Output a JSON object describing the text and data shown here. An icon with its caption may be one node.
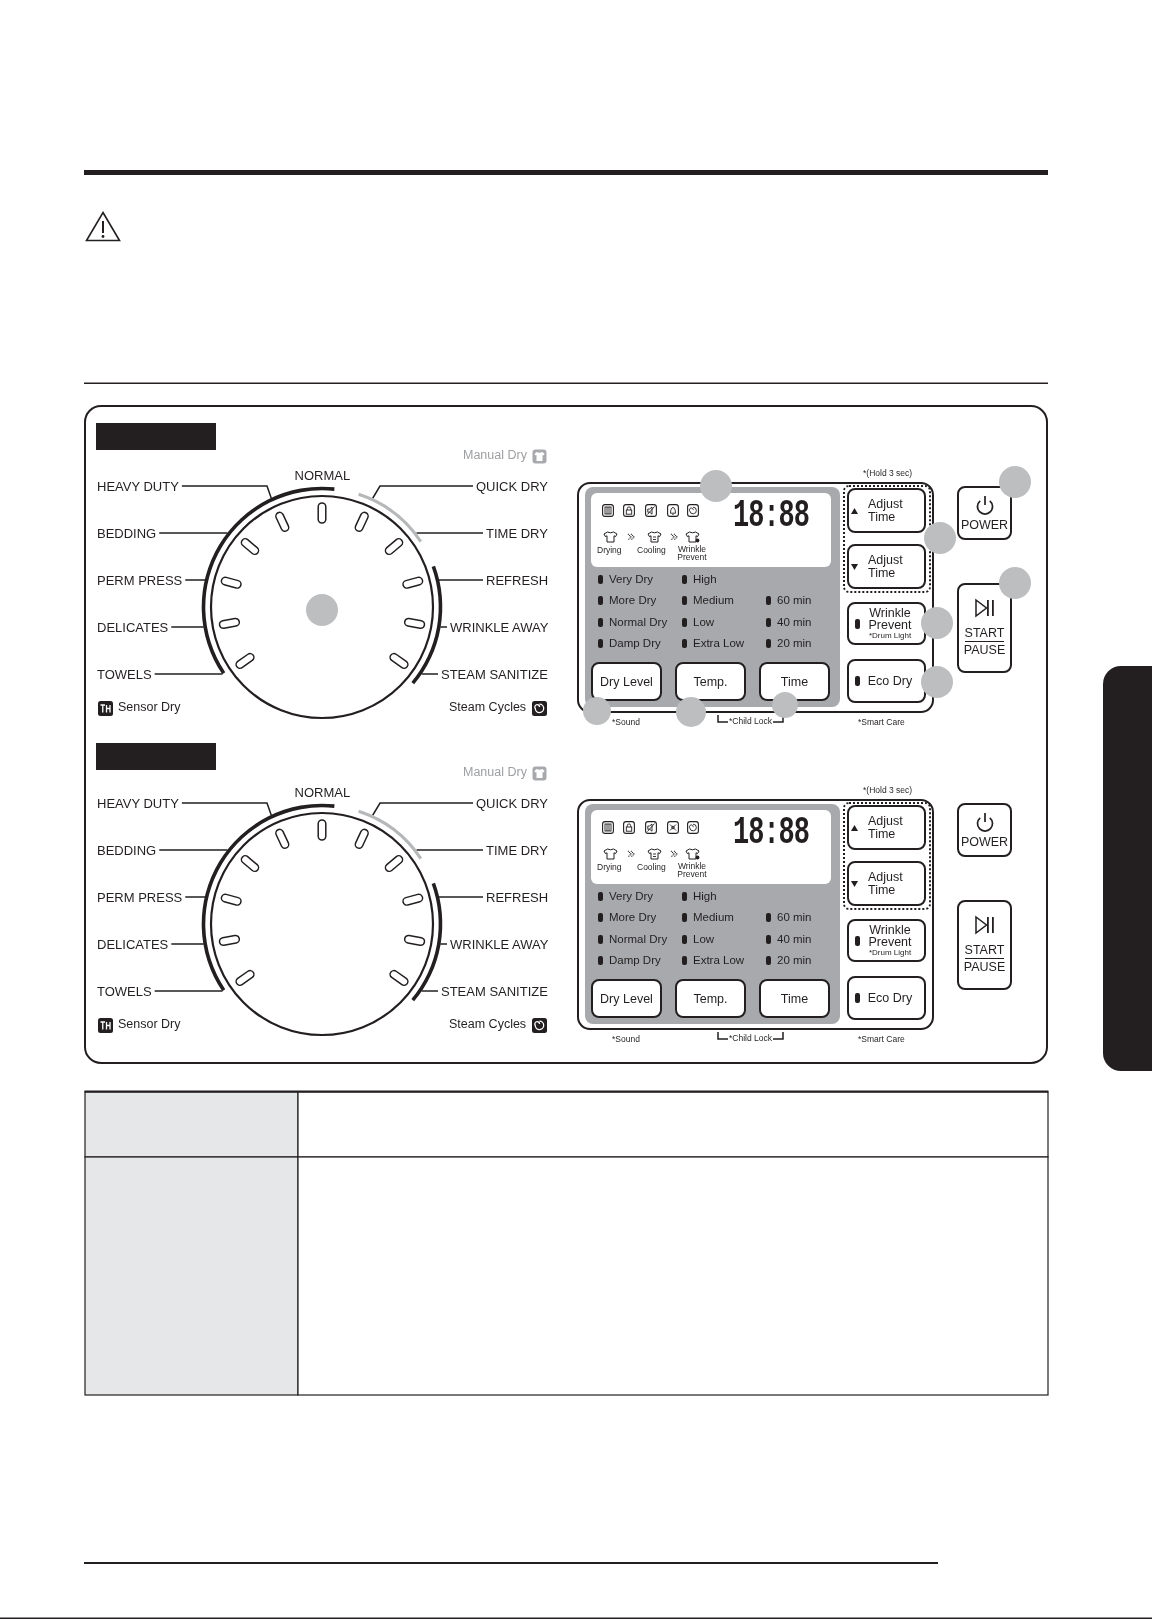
{
  "diagram": {
    "nodes": [
      {
        "text": [],
        "shape": "bar"
      },
      {
        "text": [
          "HEAVY DUTY"
        ]
      },
      {
        "text": [
          "QUICK DRY"
        ]
      },
      {
        "text": [
          "BEDDING"
        ]
      },
      {
        "text": [
          "TIME DRY"
        ]
      },
      {
        "text": [
          "PERM PRESS"
        ]
      },
      {
        "text": [
          "REFRESH"
        ]
      },
      {
        "text": [
          "DELICATES"
        ]
      },
      {
        "text": [
          "WRINKLE AWAY"
        ]
      },
      {
        "text": [
          "TOWELS"
        ]
      },
      {
        "text": [
          "STEAM SANITIZE"
        ]
      },
      {
        "text": [],
        "shape": "circle"
      },
      {
        "text": [],
        "shape": "box"
      },
      {
        "text": [
          "Very Dry",
          "High",
          "More Dry",
          "Medium",
          "60 min",
          "Normal Dry",
          "Low",
          "40 min",
          "Damp Dry",
          "Extra Low",
          "20 min"
        ],
        "in": 12
      },
      {
        "text": [
          "18:88",
          "Drying",
          "Cooling",
          "Wrinkle Prevent"
        ],
        "in": 13
      },
      {
        "text": [
          "Dry Level"
        ],
        "in": 13,
        "beside": [
          "*Sound"
        ]
      },
      {
        "text": [
          "Temp."
        ],
        "in": 13
      },
      {
        "text": [
          "Time"
        ],
        "in": 13
      },
      {
        "text": [
          "*(Hold 3 sec)"
        ],
        "in": 12
      },
      {
        "text": [
          "Adjust Time"
        ],
        "in": 18
      },
      {
        "text": [
          "Adjust Time"
        ],
        "in": 18
      },
      {
        "text": [
          "Wrinkle Prevent",
          "*Drum Light"
        ],
        "in": 12
      },
      {
        "text": [
          "Eco Dry"
        ],
        "in": 12,
        "beside": [
          "*Smart Care"
        ]
      },
      {
        "text": [
          "POWER"
        ]
      },
      {
        "text": [
          "START",
          "PAUSE"
        ]
      },
      {
        "text": [],
        "shape": "bar"
      },
      {
        "text": [
          "HEAVY DUTY"
        ]
      },
      {
        "text": [
          "QUICK DRY"
        ]
      },
      {
        "text": [
          "BEDDING"
        ]
      },
      {
        "text": [
          "TIME DRY"
        ]
      },
      {
        "text": [
          "PERM PRESS"
        ]
      },
      {
        "text": [
          "REFRESH"
        ]
      },
      {
        "text": [
          "DELICATES"
        ]
      },
      {
        "text": [
          "WRINKLE AWAY"
        ]
      },
      {
        "text": [
          "TOWELS"
        ]
      },
      {
        "text": [
          "STEAM SANITIZE"
        ]
      },
      {
        "text": [],
        "shape": "circle"
      },
      {
        "text": [],
        "shape": "box"
      },
      {
        "text": [
          "Very Dry",
          "High",
          "More Dry",
          "Medium",
          "60 min",
          "Normal Dry",
          "Low",
          "40 min",
          "Damp Dry",
          "Extra Low",
          "20 min"
        ],
        "in": 37
      },
      {
        "text": [
          "18:88",
          "Drying",
          "Cooling",
          "Wrinkle Prevent"
        ],
        "in": 38
      },
      {
        "text": [
          "Dry Level"
        ],
        "in": 38,
        "beside": [
          "*Sound"
        ]
      },
      {
        "text": [
          "Temp."
        ],
        "in": 38
      },
      {
        "text": [
          "Time"
        ],
        "in": 38
      },
      {
        "text": [
          "*(Hold 3 sec)"
        ],
        "in": 37
      },
      {
        "text": [
          "Adjust Time"
        ],
        "in": 43
      },
      {
        "text": [
          "Adjust Time"
        ],
        "in": 43
      },
      {
        "text": [
          "Wrinkle Prevent",
          "*Drum Light"
        ],
        "in": 37
      },
      {
        "text": [
          "Eco Dry"
        ],
        "in": 37,
        "beside": [
          "*Smart Care"
        ]
      },
      {
        "text": [
          "POWER"
        ]
      },
      {
        "text": [
          "START",
          "PAUSE"
        ]
      },
      {
        "text": [],
        "shape": "bar"
      }
    ],
    "edges": [
      {
        "from": 1,
        "to": 11,
        "arrow": "none"
      },
      {
        "from": 2,
        "to": 11,
        "arrow": "none"
      },
      {
        "from": 3,
        "to": 11,
        "arrow": "none"
      },
      {
        "from": 4,
        "to": 11,
        "arrow": "none"
      },
      {
        "from": 5,
        "to": 11,
        "arrow": "none"
      },
      {
        "from": 6,
        "to": 11,
        "arrow": "none"
      },
      {
        "from": 7,
        "to": 11,
        "arrow": "none"
      },
      {
        "from": 8,
        "to": 11,
        "arrow": "none"
      },
      {
        "from": 9,
        "to": 11,
        "arrow": "none"
      },
      {
        "from": 10,
        "to": 11,
        "arrow": "none"
      },
      {
        "from": 26,
        "to": 36,
        "arrow": "none"
      },
      {
        "from": 27,
        "to": 36,
        "arrow": "none"
      },
      {
        "from": 28,
        "to": 36,
        "arrow": "none"
      },
      {
        "from": 29,
        "to": 36,
        "arrow": "none"
      },
      {
        "from": 30,
        "to": 36,
        "arrow": "none"
      },
      {
        "from": 31,
        "to": 36,
        "arrow": "none"
      },
      {
        "from": 32,
        "to": 36,
        "arrow": "none"
      },
      {
        "from": 33,
        "to": 36,
        "arrow": "none"
      },
      {
        "from": 34,
        "to": 36,
        "arrow": "none"
      },
      {
        "from": 35,
        "to": 36,
        "arrow": "none"
      }
    ],
    "labels": [
      "Manual Dry",
      "NORMAL",
      "Sensor Dry",
      "Steam Cycles",
      "*Child Lock",
      "Manual Dry",
      "NORMAL",
      "Sensor Dry",
      "Steam Cycles",
      "*Child Lock"
    ]
  }
}
